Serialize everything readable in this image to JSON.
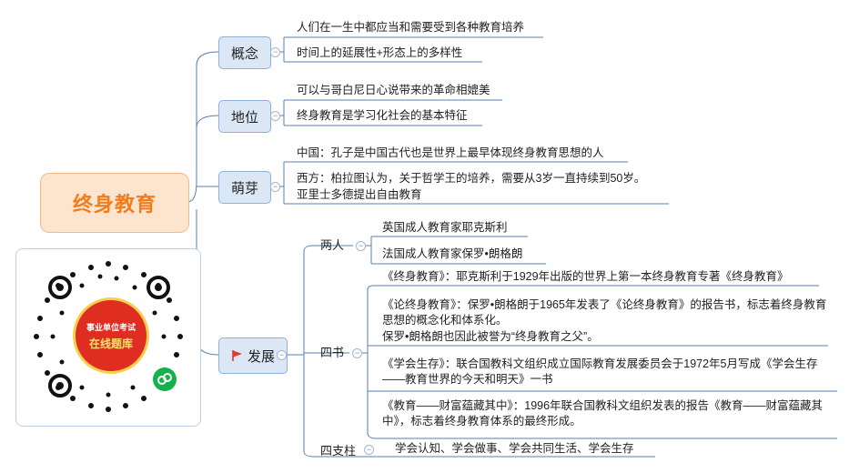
{
  "central": {
    "title": "终身教育"
  },
  "branches": {
    "concept": {
      "label": "概念",
      "items": [
        "人们在一生中都应当和需要受到各种教育培养",
        "时间上的延展性+形态上的多样性"
      ]
    },
    "status": {
      "label": "地位",
      "items": [
        "可以与哥白尼日心说带来的革命相媲美",
        "终身教育是学习化社会的基本特征"
      ]
    },
    "sprout": {
      "label": "萌芽",
      "items": [
        "中国：孔子是中国古代也是世界上最早体现终身教育思想的人",
        "西方：柏拉图认为，关于哲学王的培养，需要从3岁一直持续到50岁。",
        "亚里士多德提出自由教育"
      ]
    },
    "development": {
      "label": "发展",
      "two_people": {
        "label": "两人",
        "items": [
          "英国成人教育家耶克斯利",
          "法国成人教育家保罗•朗格朗"
        ]
      },
      "four_books": {
        "label": "四书",
        "items": [
          "《终身教育》：耶克斯利于1929年出版的世界上第一本终身教育专著《终身教育》",
          "《论终身教育》：保罗•朗格朗于1965年发表了《论终身教育》的报告书，标志着终身教育思想的概念化和体系化。",
          "保罗•朗格朗也因此被誉为“终身教育之父”。",
          "《学会生存》：联合国教科文组织成立国际教育发展委员会于1972年5月写成《学会生存——教育世界的今天和明天》一书",
          "《教育——财富蕴藏其中》：1996年联合国教科文组织发表的报告《教育——财富蕴藏其中》，标志着终身教育体系的最终形成。"
        ]
      },
      "four_pillars": {
        "label": "四支柱",
        "text": "学会认知、学会做事、学会共同生活、学会生存"
      }
    }
  },
  "qr": {
    "line1": "事业单位考试",
    "line2": "在线题库"
  },
  "colors": {
    "central_text": "#f07c1c",
    "central_bg": "#fde4cf",
    "branch_bg": "#dbe7f5",
    "line": "#5a7fb0",
    "flag": "#e23a2e"
  }
}
